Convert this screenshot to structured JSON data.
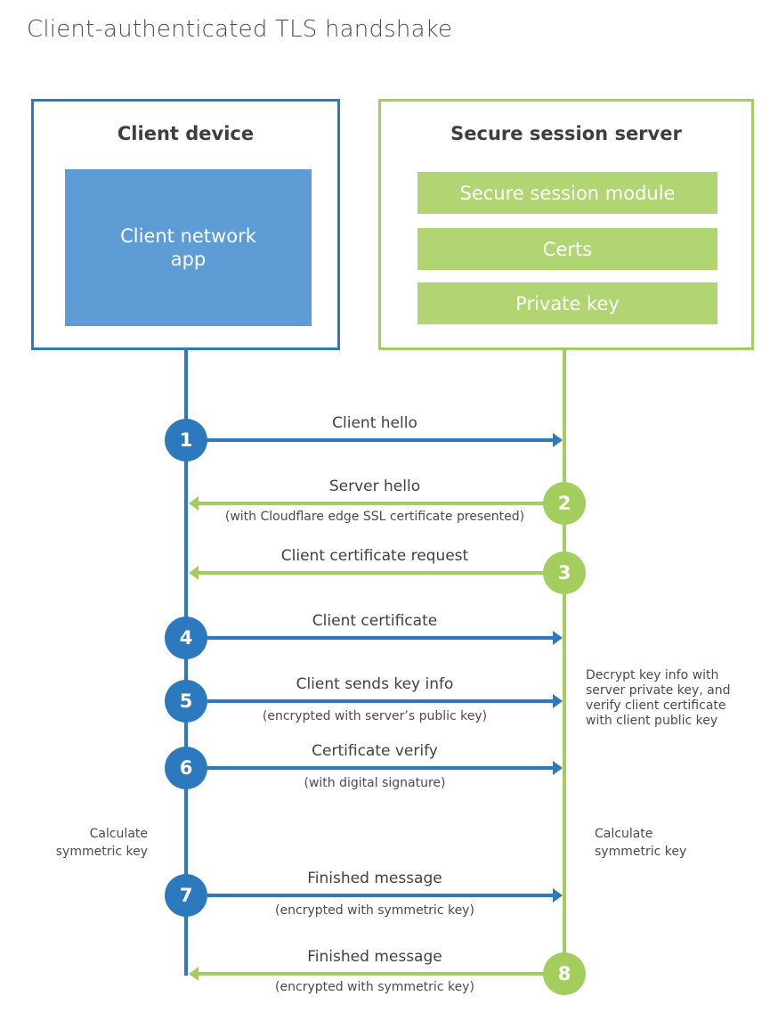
{
  "title": "Client-authenticated TLS handshake",
  "colors": {
    "client_blue": "#2d79be",
    "client_fill_blue": "#5d9cd4",
    "server_green": "#a3ce5e",
    "server_fill_green": "#b1d573"
  },
  "client_box": {
    "title": "Client device",
    "app_label": "Client network app"
  },
  "server_box": {
    "title": "Secure session server",
    "modules": [
      "Secure session module",
      "Certs",
      "Private key"
    ]
  },
  "steps": [
    {
      "number": "1",
      "from": "client",
      "label": "Client hello",
      "subtitle": ""
    },
    {
      "number": "2",
      "from": "server",
      "label": "Server hello",
      "subtitle": "(with Cloudflare edge SSL certificate presented)"
    },
    {
      "number": "3",
      "from": "server",
      "label": "Client certificate request",
      "subtitle": ""
    },
    {
      "number": "4",
      "from": "client",
      "label": "Client certificate",
      "subtitle": ""
    },
    {
      "number": "5",
      "from": "client",
      "label": "Client sends key info",
      "subtitle": "(encrypted with server’s public key)"
    },
    {
      "number": "6",
      "from": "client",
      "label": "Certificate verify",
      "subtitle": "(with digital signature)"
    },
    {
      "number": "7",
      "from": "client",
      "label": "Finished message",
      "subtitle": "(encrypted with symmetric key)"
    },
    {
      "number": "8",
      "from": "server",
      "label": "Finished message",
      "subtitle": "(encrypted with symmetric key)"
    }
  ],
  "annotations": {
    "decrypt_note": "Decrypt key info with server private key, and verify client certificate with client public key",
    "calculate_left": "Calculate symmetric key",
    "calculate_right": "Calculate symmetric key"
  }
}
